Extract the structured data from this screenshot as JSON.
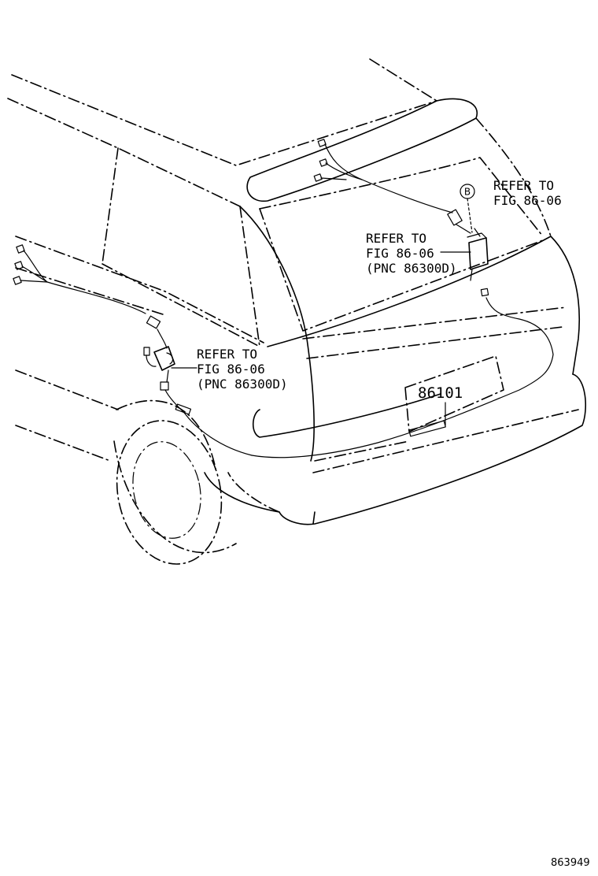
{
  "callouts": {
    "top_right": {
      "line1": "REFER TO",
      "line2": "FIG 86-06",
      "marker": "B"
    },
    "center": {
      "line1": "REFER TO",
      "line2": "FIG 86-06",
      "line3": "(PNC 86300D)"
    },
    "left": {
      "line1": "REFER TO",
      "line2": "FIG 86-06",
      "line3": "(PNC 86300D)"
    }
  },
  "part_number": "86101",
  "diagram_id": "863949"
}
